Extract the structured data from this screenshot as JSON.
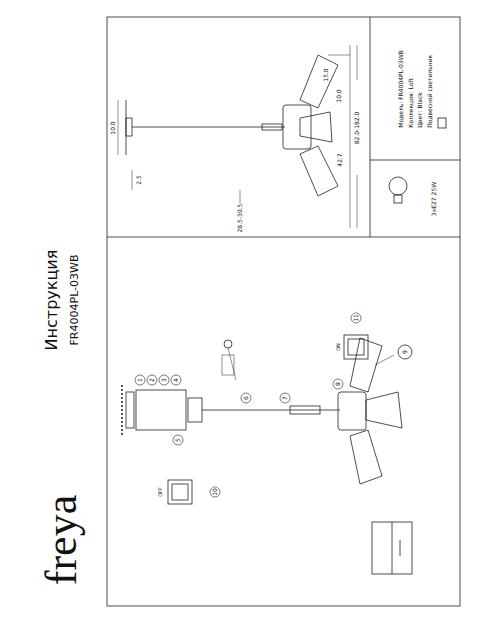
{
  "diagram": {
    "title": "Инструкция",
    "nodes": [
      {
        "text": [
          "Модель: FR4004PL-03WB",
          "Коллекция: Loft",
          "Цвет: Black",
          "Подвесной светильник"
        ]
      },
      {
        "text": [
          "3xE27 25W"
        ]
      }
    ],
    "labels": [
      "freya",
      "FR4004PL-03WB",
      "10.0",
      "2.5",
      "82.0-182.0",
      "15.0",
      "10.0",
      "42.7",
      "28.5-30.5",
      "OFF",
      "ON",
      "1",
      "2",
      "3",
      "4",
      "5",
      "6",
      "7",
      "8",
      "9",
      "10",
      "11"
    ]
  }
}
